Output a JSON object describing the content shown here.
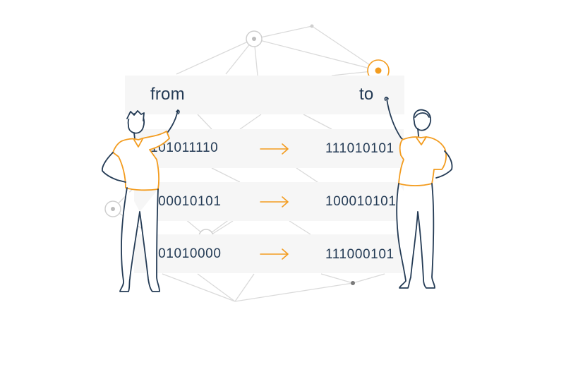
{
  "header": {
    "from_label": "from",
    "to_label": "to"
  },
  "rows": [
    {
      "from_value": "101011110",
      "to_value": "111010101"
    },
    {
      "from_value": "100010101",
      "to_value": "100010101"
    },
    {
      "from_value": "101010000",
      "to_value": "111000101"
    }
  ],
  "colors": {
    "accent": "#f39c1f",
    "ink": "#243b55",
    "panel": "#f6f6f6",
    "network": "#d9d9d9"
  },
  "icons": {
    "arrow": "right-arrow-icon",
    "node_highlight": "orange-node-icon"
  }
}
